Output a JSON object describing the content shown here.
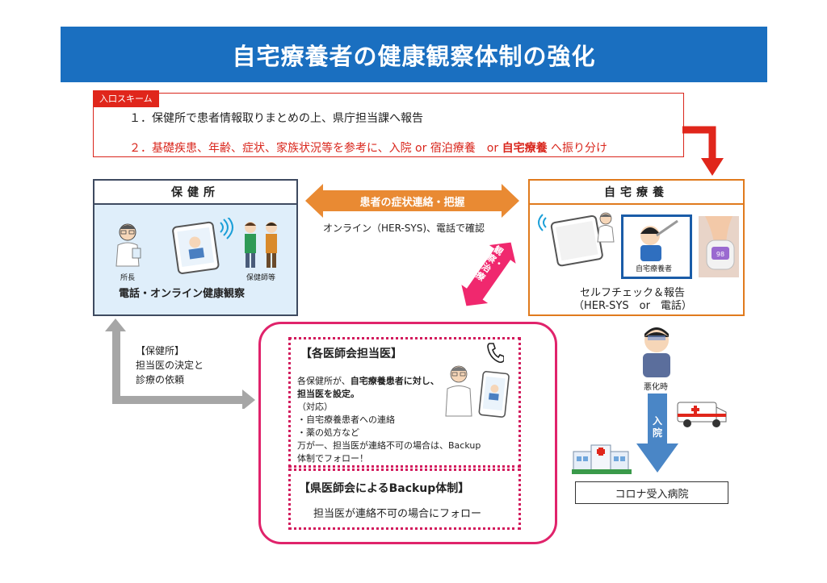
{
  "title": "自宅療養者の健康観察体制の強化",
  "scheme": {
    "tag": "入口スキーム",
    "line1": "１．保健所で患者情報取りまとめの上、県庁担当課へ報告",
    "line2_prefix": "２．基礎疾患、年齢、症状、家族状況等を参考に、入院 or 宿泊療養　or ",
    "line2_bold": "自宅療養",
    "line2_suffix": " へ振り分け"
  },
  "hokenjo": {
    "header": "保健所",
    "chief_label": "所長",
    "nurse_label": "保健師等",
    "caption": "電話・オンライン健康観察"
  },
  "center": {
    "arrow_label": "患者の症状連絡・把握",
    "subtext": "オンライン（HER-SYS)、電話で確認",
    "diag_label": "観察・治療"
  },
  "jitaku": {
    "header": "自宅療養",
    "patient_label": "自宅療養者",
    "caption_line1": "セルフチェック＆報告",
    "caption_line2": "（HER-SYS　or　電話）"
  },
  "left_note": {
    "line1": "【保健所】",
    "line2": "担当医の決定と",
    "line3": "診療の依頼"
  },
  "doctor": {
    "heading": "【各医師会担当医】",
    "line1_prefix": "各保健所が、",
    "line1_bold": "自宅療養患者に対し、",
    "line2_bold": "担当医を設定。",
    "line3": "（対応）",
    "line4": "・自宅療養患者への連絡",
    "line5": "・薬の処方など",
    "line6": "万が一、担当医が連絡不可の場合は、Backup",
    "line7": "体制でフォロー！"
  },
  "backup": {
    "heading": "【県医師会によるBackup体制】",
    "text": "担当医が連絡不可の場合にフォロー"
  },
  "right_flow": {
    "worsen_label": "悪化時",
    "admit_label": "入院",
    "hospital": "コロナ受入病院"
  },
  "colors": {
    "title_bg": "#1a6fc0",
    "red": "#d9261c",
    "orange": "#e07a1d",
    "pink": "#e0236b",
    "gray_arrow": "#a6a6a6",
    "blue_arrow": "#4a86c6"
  }
}
